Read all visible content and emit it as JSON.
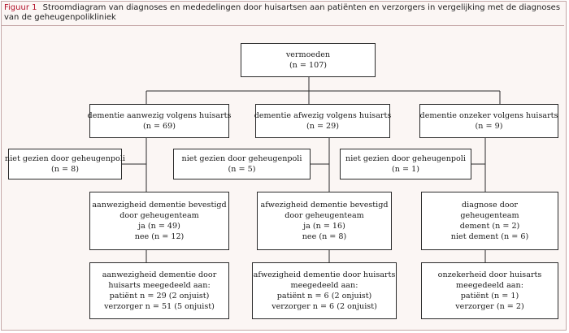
{
  "caption": {
    "figure_label": "Figuur 1",
    "text": "Stroomdiagram van diagnoses en mededelingen door huisartsen aan patiënten en verzorgers in vergelijking met de diagnoses van de geheugenpolikliniek"
  },
  "colors": {
    "figure_label": "#b3122b",
    "frame_border": "#c4a6a6",
    "background": "#fbf6f4",
    "box_border": "#2b2b2b"
  },
  "nodes": {
    "root": {
      "lines": [
        "vermoeden",
        "(n = 107)"
      ]
    },
    "present": {
      "lines": [
        "dementie aanwezig volgens huisarts",
        "(n = 69)"
      ]
    },
    "absent": {
      "lines": [
        "dementie afwezig volgens huisarts",
        "(n = 29)"
      ]
    },
    "uncertain": {
      "lines": [
        "dementie onzeker volgens huisarts",
        "(n = 9)"
      ]
    },
    "not_seen_1": {
      "lines": [
        "niet gezien door geheugenpoli",
        "(n = 8)"
      ]
    },
    "not_seen_2": {
      "lines": [
        "niet gezien door geheugenpoli",
        "(n = 5)"
      ]
    },
    "not_seen_3": {
      "lines": [
        "niet gezien door geheugenpoli",
        "(n = 1)"
      ]
    },
    "confirm_present": {
      "lines": [
        "aanwezigheid dementie bevestigd",
        "door geheugenteam",
        "ja (n = 49)",
        "nee (n = 12)"
      ]
    },
    "confirm_absent": {
      "lines": [
        "afwezigheid dementie bevestigd",
        "door geheugenteam",
        "ja (n = 16)",
        "nee (n = 8)"
      ]
    },
    "diagnosis": {
      "lines": [
        "diagnose door",
        "geheugenteam",
        "dement (n = 2)",
        "niet dement (n = 6)"
      ]
    },
    "told_present": {
      "lines": [
        "aanwezigheid dementie door",
        "huisarts meegedeeld aan:",
        "patiënt n = 29 (2 onjuist)",
        "verzorger n = 51 (5 onjuist)"
      ]
    },
    "told_absent": {
      "lines": [
        "afwezigheid dementie door huisarts",
        "meegedeeld aan:",
        "patiënt n = 6 (2 onjuist)",
        "verzorger n = 6 (2 onjuist)"
      ]
    },
    "told_uncertain": {
      "lines": [
        "onzekerheid door huisarts",
        "meegedeeld aan:",
        "patiënt (n = 1)",
        "verzorger (n = 2)"
      ]
    }
  }
}
